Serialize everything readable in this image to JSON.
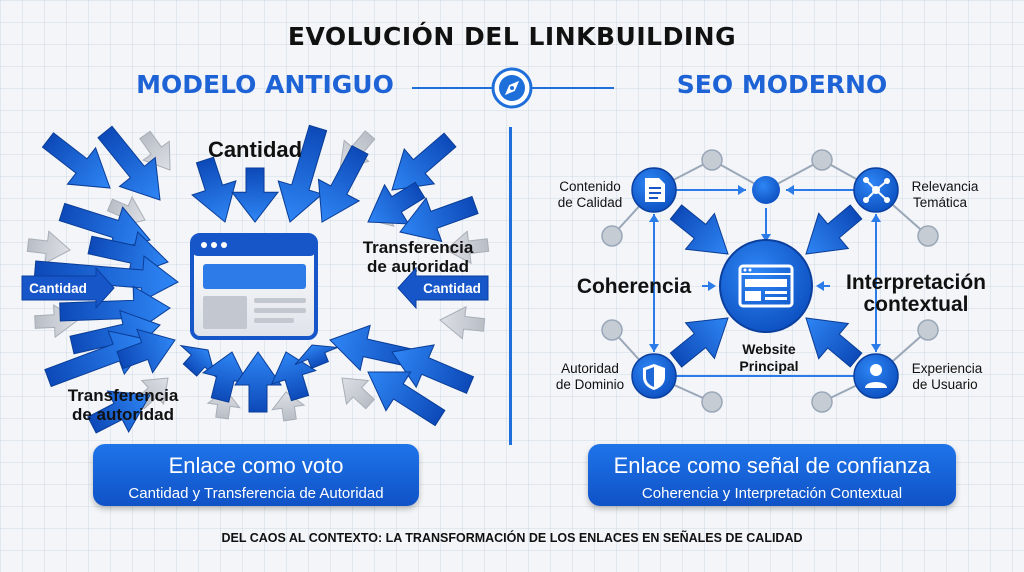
{
  "title": "EVOLUCIÓN DEL LINKBUILDING",
  "left": {
    "heading": "MODELO ANTIGUO",
    "labels": {
      "top": "Cantidad",
      "right_line1": "Transferencia",
      "right_line2": "de autoridad",
      "bottom_line1": "Transferencia",
      "bottom_line2": "de autoridad",
      "tag_left": "Cantidad",
      "tag_right": "Cantidad"
    },
    "card": {
      "title": "Enlace como voto",
      "subtitle": "Cantidad y Transferencia de Autoridad"
    }
  },
  "right": {
    "heading": "SEO MODERNO",
    "center_label_line1": "Website",
    "center_label_line2": "Principal",
    "nodes": {
      "tl_line1": "Contenido",
      "tl_line2": "de Calidad",
      "tr_line1": "Relevancia",
      "tr_line2": "Temática",
      "bl_line1": "Autoridad",
      "bl_line2": "de Dominio",
      "br_line1": "Experiencia",
      "br_line2": "de Usuario"
    },
    "side_left": "Coherencia",
    "side_right_line1": "Interpretación",
    "side_right_line2": "contextual",
    "card": {
      "title": "Enlace como señal de confianza",
      "subtitle": "Coherencia y Interpretación Contextual"
    }
  },
  "footer": "DEL CAOS AL CONTEXTO: LA TRANSFORMACIÓN DE LOS ENLACES EN SEÑALES DE CALIDAD",
  "colors": {
    "blue_dark": "#0d49b8",
    "blue_light": "#2f86f5",
    "gray_arrow": "#c8ccd2",
    "accent": "#1e63d6"
  },
  "icons": [
    "compass-icon",
    "document-icon",
    "network-icon",
    "shield-icon",
    "user-icon",
    "browser-window-icon"
  ]
}
